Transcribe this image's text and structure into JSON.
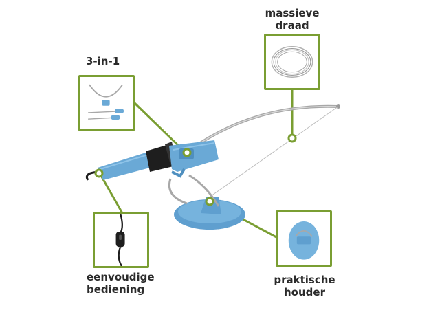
{
  "labels": {
    "three_in_one": "3-in-1",
    "wire_line1": "massieve",
    "wire_line2": "draad",
    "control_line1": "eenvoudige",
    "control_line2": "bediening",
    "holder_line1": "praktische",
    "holder_line2": "houder"
  },
  "colors": {
    "accent_green": "#7a9e32",
    "tool_blue": "#6aa9d6",
    "tool_dark": "#1e1e1e",
    "wire_gray": "#a8a8a8",
    "text": "#2b2b2b"
  },
  "icons": {
    "cutter_tool": "hot-wire-foam-cutter",
    "wire_coil": "wire-coil",
    "switch": "inline-switch",
    "holder": "stand-holder"
  }
}
